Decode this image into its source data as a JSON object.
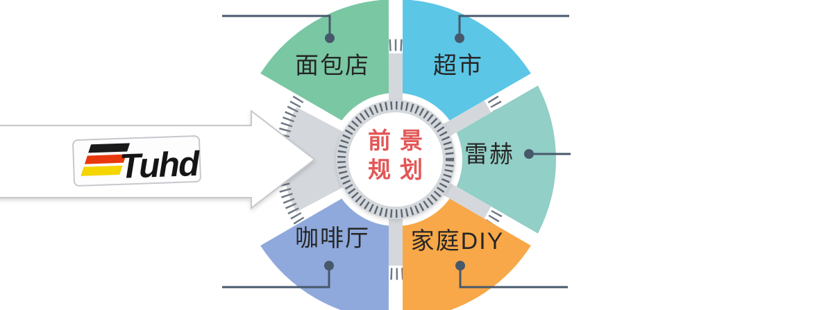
{
  "logo": {
    "text": "Tuhd",
    "stripes": [
      "#1a1a1a",
      "#e8380d",
      "#f4d500"
    ]
  },
  "center": {
    "line1": "前景",
    "line2": "规划",
    "text_color": "#e25757"
  },
  "segments": [
    {
      "id": "bakery",
      "label": "面包店",
      "color": "#79c7a3"
    },
    {
      "id": "supermarket",
      "label": "超市",
      "color": "#5bc6e6"
    },
    {
      "id": "leihe",
      "label": "雷赫",
      "color": "#92cfc6"
    },
    {
      "id": "home-diy",
      "label": "家庭DIY",
      "color": "#f8a848"
    },
    {
      "id": "coffee-shop",
      "label": "咖啡厅",
      "color": "#8fa9dc"
    }
  ],
  "colors": {
    "wheel_gray": "#d4d8dc",
    "hatch_tick": "#6f7984",
    "inner_tick": "#5d666f",
    "connector": "#47586b",
    "label_text": "#262626",
    "arrow_border": "#c6c8ca"
  }
}
